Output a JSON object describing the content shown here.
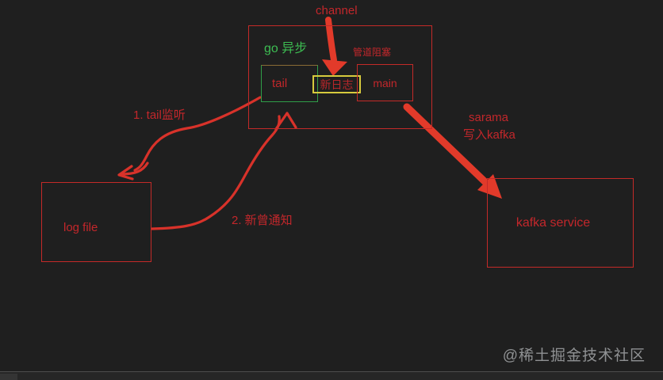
{
  "diagram": {
    "title_note": "go log collection flow sketch",
    "labels": {
      "channel": "channel",
      "go_async": "go 异步",
      "pipe_block": "管道阻塞",
      "tail": "tail",
      "new_log": "新日志",
      "main": "main",
      "step1": "1. tail监听",
      "step2": "2. 新曾通知",
      "sarama_line1": "sarama",
      "sarama_line2": "写入kafka",
      "log_file": "log file",
      "kafka_service": "kafka service"
    },
    "colors": {
      "background": "#1f1f1f",
      "box_red": "#c42a28",
      "text_red": "#c3272b",
      "arrow_red": "#d8322a",
      "thick_arrow_red": "#e23a2a",
      "green": "#3dbd52",
      "tail_border_green": "#2f9e48",
      "tail_border_top_olive": "#8a6b35",
      "yellow": "#d6ca3d",
      "watermark_gray": "#8f9193"
    },
    "arrows": [
      {
        "name": "channel-arrow",
        "from": "channel label",
        "to": "新日志 box",
        "style": "thick"
      },
      {
        "name": "tail-listen-arrow",
        "from": "tail box",
        "to": "log file box",
        "style": "curved"
      },
      {
        "name": "notify-arrow",
        "from": "log file box",
        "to": "tail box",
        "style": "curved"
      },
      {
        "name": "kafka-arrow",
        "from": "main box",
        "to": "kafka service box",
        "style": "thick"
      }
    ]
  },
  "watermark": "@稀土掘金技术社区"
}
